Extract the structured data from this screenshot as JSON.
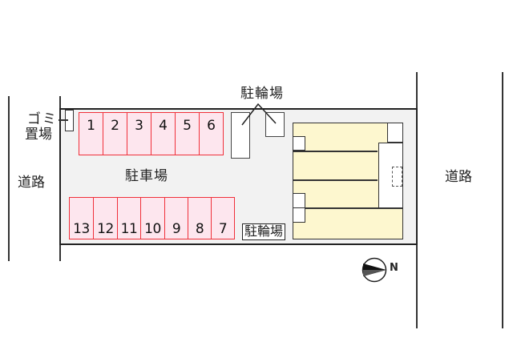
{
  "labels": {
    "road_left": "道路",
    "road_right": "道路",
    "garbage_line1": "ゴミ",
    "garbage_line2": "置場",
    "parking_lot": "駐車場",
    "bicycle_top": "駐輪場",
    "bicycle_bottom": "駐輪場",
    "compass_letter": "N"
  },
  "parking_top": [
    "1",
    "2",
    "3",
    "4",
    "5",
    "6"
  ],
  "parking_bottom": [
    "13",
    "12",
    "11",
    "10",
    "9",
    "8",
    "7"
  ],
  "colors": {
    "parking_fill": "#fde6ee",
    "parking_border": "#f0303a",
    "building_fill": "#fdf7cf",
    "lot_fill": "#f2f2f2"
  }
}
